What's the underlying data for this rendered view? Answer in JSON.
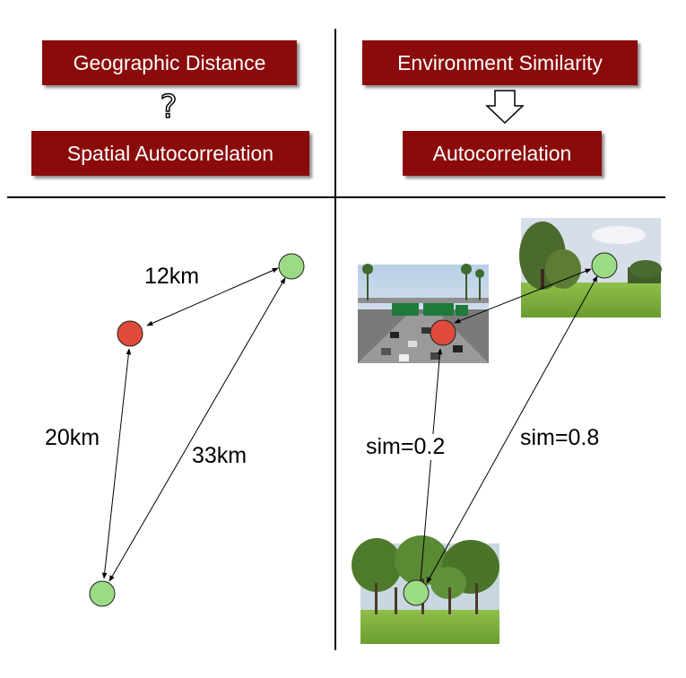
{
  "left_panel": {
    "top_box": "Geographic Distance",
    "question_mark": "?",
    "bottom_box": "Spatial Autocorrelation",
    "edge_labels": {
      "top": "12km",
      "left": "20km",
      "diagonal": "33km"
    }
  },
  "right_panel": {
    "top_box": "Environment Similarity",
    "bottom_box": "Autocorrelation",
    "edge_labels": {
      "left": "sim=0.2",
      "right": "sim=0.8"
    },
    "photos": [
      "highway-photo",
      "park-photo",
      "trees-photo"
    ]
  },
  "colors": {
    "box": "#8b0b0b",
    "node_red": "#e04a3a",
    "node_green": "#9bdb84"
  }
}
